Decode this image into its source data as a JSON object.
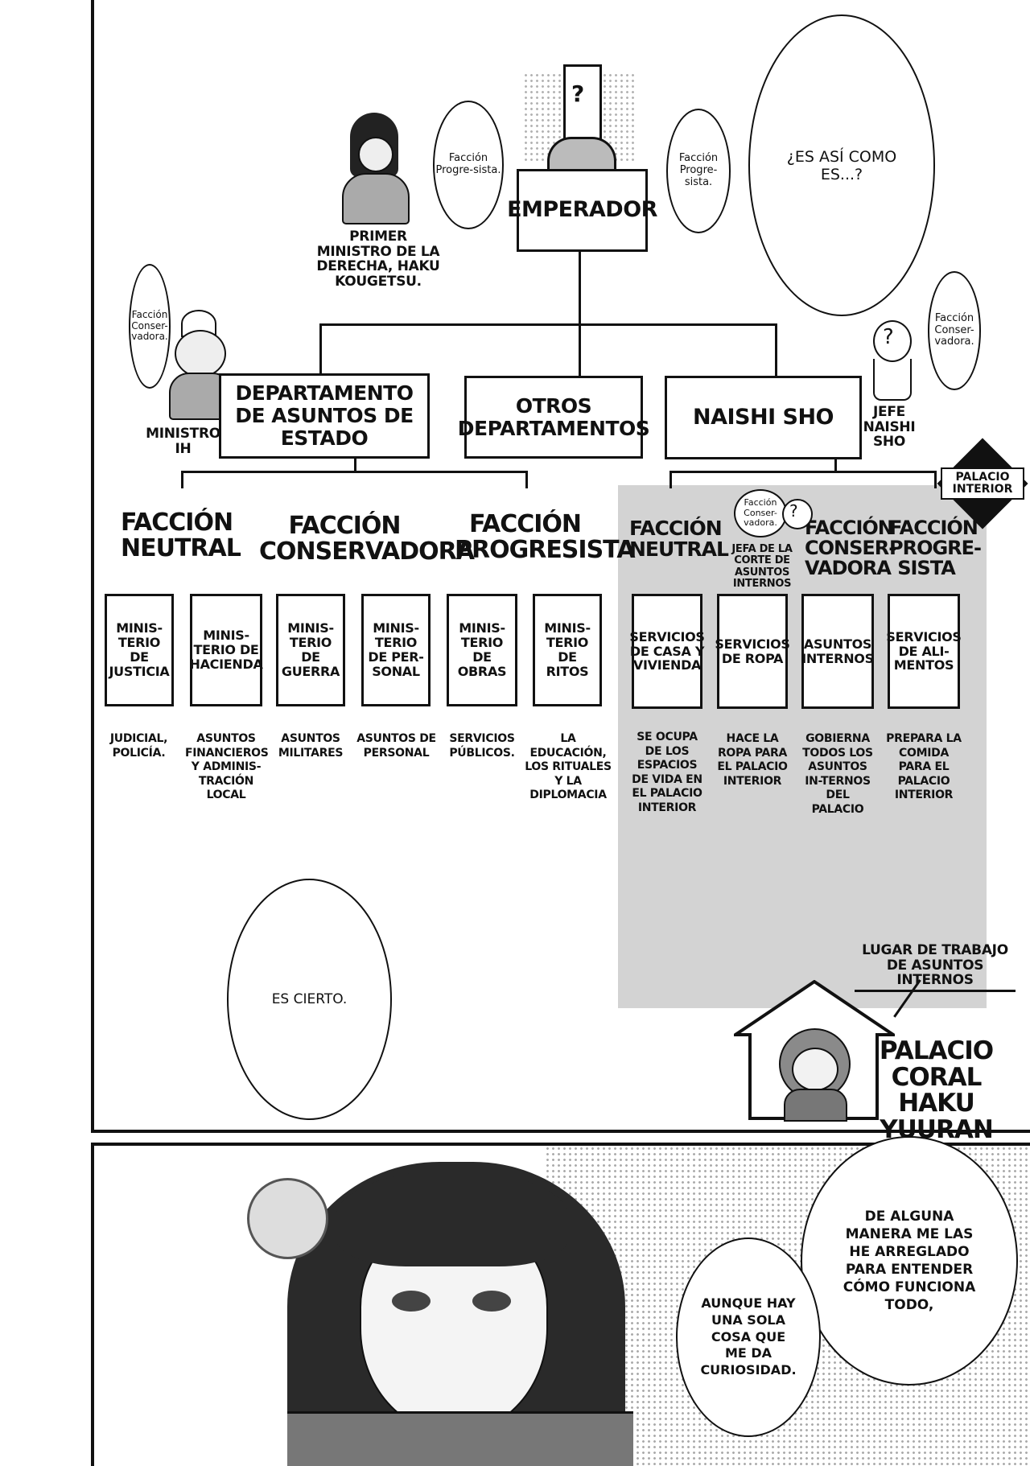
{
  "speech": {
    "progresista_left": "Facción Progre-sista.",
    "progresista_right": "Facción Progre-sista.",
    "conservadora_left": "Facción Conser-vadora.",
    "conservadora_right": "Facción Conser-vadora.",
    "conservadora_mid": "Facción Conser-vadora.",
    "es_asi": "¿ES ASÍ COMO ES...?",
    "es_cierto": "ES CIERTO.",
    "de_alguna": "DE ALGUNA MANERA ME LAS HE ARREGLADO PARA ENTENDER CÓMO FUNCIONA TODO,",
    "aunque": "AUNQUE HAY UNA SOLA COSA QUE ME DA CURIOSIDAD."
  },
  "characters": {
    "primer_ministro": "PRIMER MINISTRO DE LA DERECHA, HAKU KOUGETSU.",
    "ministro_ih": "MINISTRO IH",
    "jefe_naishi": "JEFE NAISHI SHO",
    "jefa_corte": "JEFA DE LA CORTE DE ASUNTOS INTERNOS",
    "question_mark": "?"
  },
  "chart": {
    "emperador": "EMPERADOR",
    "dept_estado": "DEPARTAMENTO DE ASUNTOS DE ESTADO",
    "otros": "OTROS DEPARTAMENTOS",
    "naishi": "NAISHI SHO",
    "palacio_interior": "PALACIO INTERIOR",
    "factions": {
      "neutral": "FACCIÓN NEUTRAL",
      "conservadora": "FACCIÓN CONSERVADORA",
      "progresista": "FACCIÓN PROGRESISTA",
      "neutral2": "FACCIÓN NEUTRAL",
      "conservadora2": "FACCIÓN CONSER-VADORA",
      "progresista2": "FACCIÓN PROGRE-SISTA"
    },
    "ministries": [
      {
        "name": "MINIS-TERIO DE JUSTICIA",
        "desc": "JUDICIAL, POLICÍA."
      },
      {
        "name": "MINIS-TERIO DE HACIENDA",
        "desc": "ASUNTOS FINANCIEROS Y ADMINIS-TRACIÓN LOCAL"
      },
      {
        "name": "MINIS-TERIO DE GUERRA",
        "desc": "ASUNTOS MILITARES"
      },
      {
        "name": "MINIS-TERIO DE PER-SONAL",
        "desc": "ASUNTOS DE PERSONAL"
      },
      {
        "name": "MINIS-TERIO DE OBRAS",
        "desc": "SERVICIOS PÚBLICOS."
      },
      {
        "name": "MINIS-TERIO DE RITOS",
        "desc": "LA EDUCACIÓN, LOS RITUALES Y LA DIPLOMACIA"
      },
      {
        "name": "SERVICIOS DE CASA Y VIVIENDA",
        "desc": "SE OCUPA DE LOS ESPACIOS DE VIDA EN EL PALACIO INTERIOR"
      },
      {
        "name": "SERVICIOS DE ROPA",
        "desc": "HACE LA ROPA PARA EL PALACIO INTERIOR"
      },
      {
        "name": "ASUNTOS INTERNOS",
        "desc": "GOBIERNA TODOS LOS ASUNTOS IN-TERNOS DEL PALACIO"
      },
      {
        "name": "SERVICIOS DE ALI-MENTOS",
        "desc": "PREPARA LA COMIDA PARA EL PALACIO INTERIOR"
      }
    ]
  },
  "workplace": {
    "label": "LUGAR DE TRABAJO DE ASUNTOS INTERNOS",
    "palace": "PALACIO CORAL",
    "name": "HAKU YUURAN"
  }
}
